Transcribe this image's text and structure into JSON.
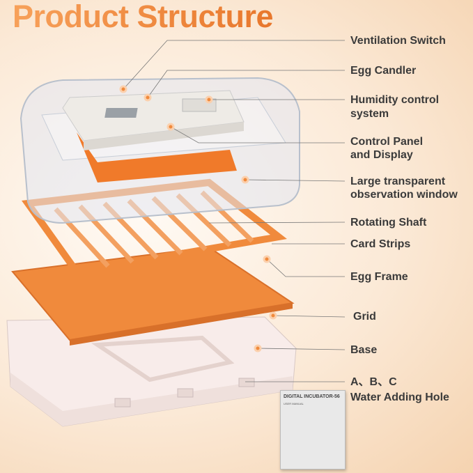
{
  "title": "Product Structure",
  "labels": {
    "ventilation_switch": "Ventilation Switch",
    "egg_candler": "Egg Candler",
    "humidity_line1": "Humidity control",
    "humidity_line2": "system",
    "control_line1": "Control Panel",
    "control_line2": "and Display",
    "window_line1": "Large transparent",
    "window_line2": "observation window",
    "rotating_shaft": "Rotating Shaft",
    "card_strips": "Card Strips",
    "egg_frame": "Egg Frame",
    "grid": "Grid",
    "base": "Base",
    "abc": "A、B、C",
    "water_hole": "Water Adding Hole"
  },
  "manual": {
    "title": "DIGITAL INCUBATOR-56",
    "subtitle": "USER MANUAL"
  },
  "colors": {
    "accent": "#f08a3c",
    "text": "#3a3a3a"
  }
}
